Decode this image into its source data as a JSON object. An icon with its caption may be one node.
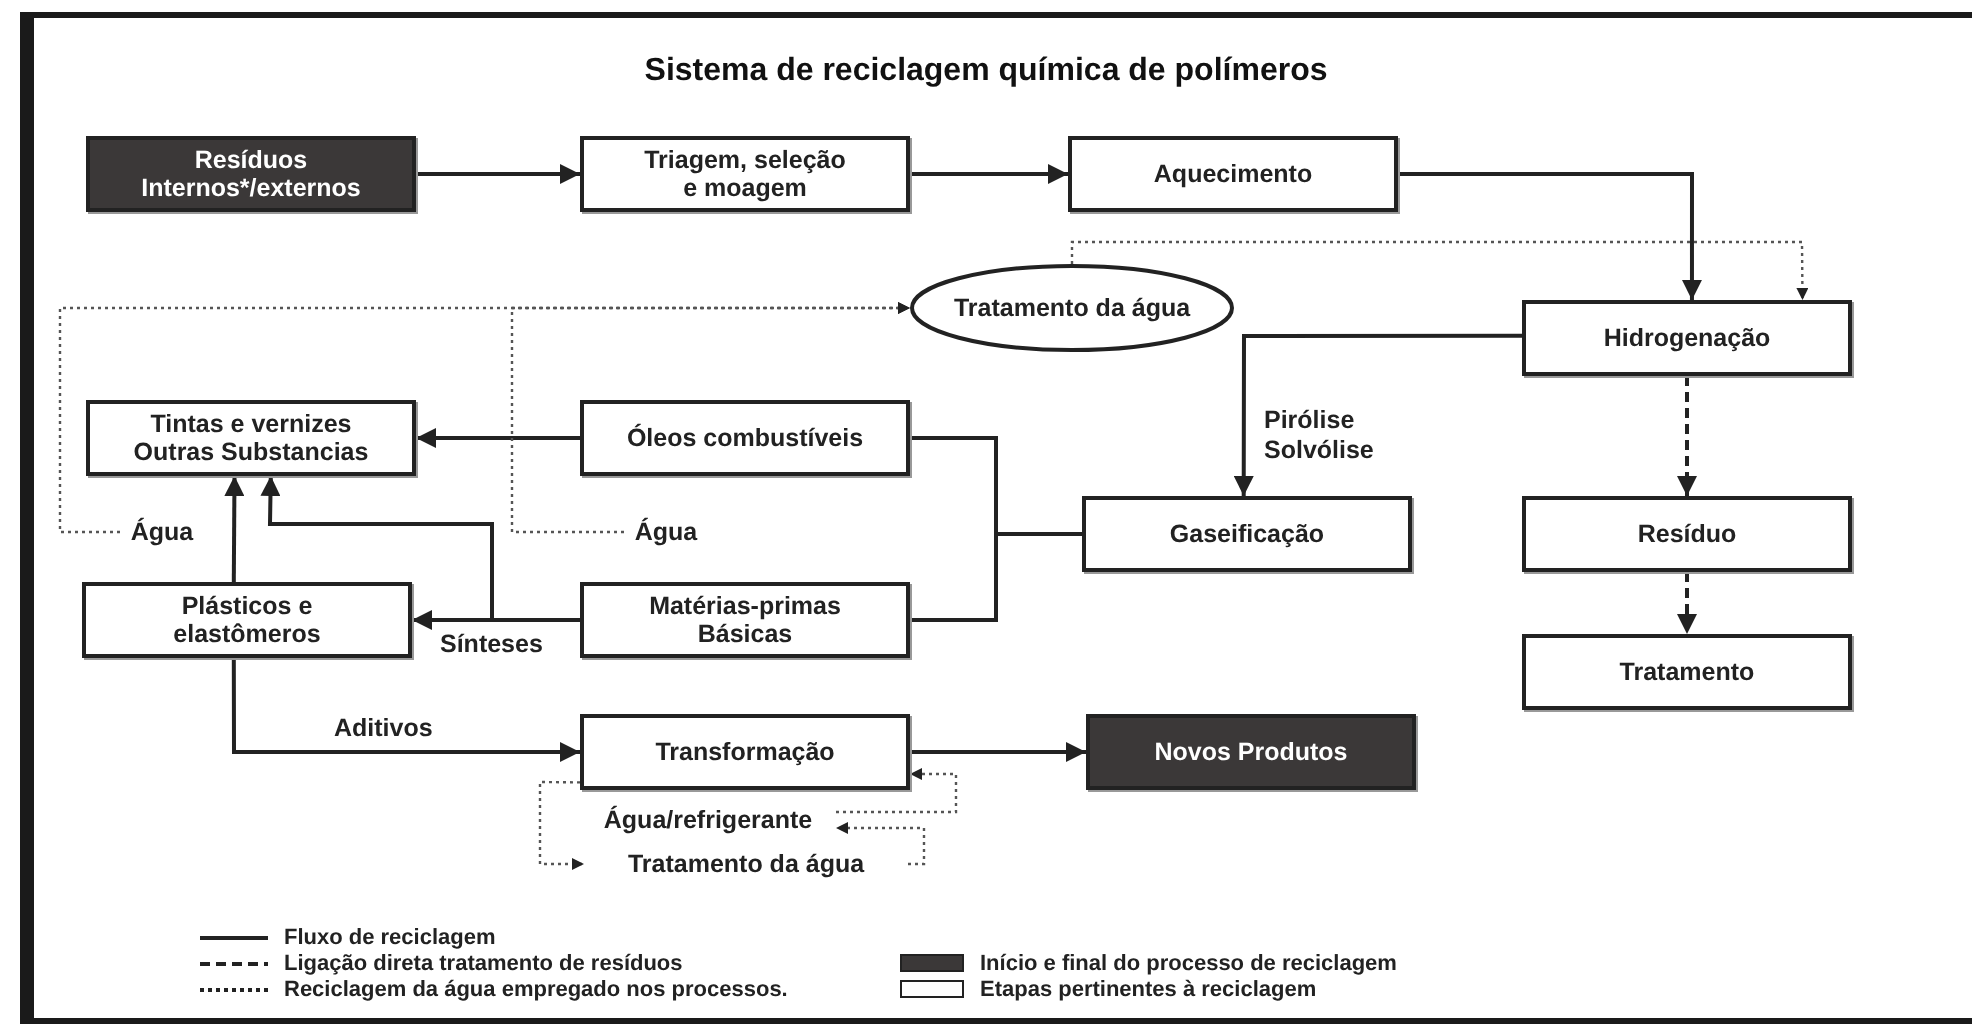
{
  "diagram": {
    "title": "Sistema de reciclagem química de polímeros",
    "nodes": [
      {
        "text": [
          "Resíduos Internos*/externos"
        ]
      },
      {
        "text": [
          "Triagem, seleção e moagem"
        ]
      },
      {
        "text": [
          "Aquecimento"
        ]
      },
      {
        "text": [
          "Tratamento da água"
        ]
      },
      {
        "text": [
          "Tintas e vernizes Outras Substancias"
        ]
      },
      {
        "text": [
          "Óleos combustíveis"
        ]
      },
      {
        "text": [
          "Hidrogenação"
        ]
      },
      {
        "text": [
          "Gaseificação"
        ]
      },
      {
        "text": [
          "Resíduo"
        ]
      },
      {
        "text": [
          "Plásticos e elastômeros"
        ]
      },
      {
        "text": [
          "Matérias-primas Básicas"
        ]
      },
      {
        "text": [
          "Tratamento"
        ]
      },
      {
        "text": [
          "Transformação"
        ]
      },
      {
        "text": [
          "Novos Produtos"
        ]
      },
      {
        "text": [
          "Água/refrigerante"
        ]
      },
      {
        "text": [
          "Tratamento da água"
        ]
      },
      {
        "text": [
          "Água"
        ]
      },
      {
        "text": [
          "Água"
        ]
      }
    ],
    "edges": [
      {
        "from": 0,
        "to": 1,
        "arrow": "to"
      },
      {
        "from": 1,
        "to": 2,
        "arrow": "to"
      },
      {
        "from": 2,
        "to": 6,
        "arrow": "to"
      },
      {
        "from": 6,
        "to": 7,
        "arrow": "to",
        "label": "Pirólise Solvólise"
      },
      {
        "from": 7,
        "to": 5,
        "arrow": "none"
      },
      {
        "from": 7,
        "to": 10,
        "arrow": "none"
      },
      {
        "from": 5,
        "to": 4,
        "arrow": "to"
      },
      {
        "from": 10,
        "to": 9,
        "arrow": "to",
        "label": "Sínteses"
      },
      {
        "from": 10,
        "to": 4,
        "arrow": "to"
      },
      {
        "from": 9,
        "to": 4,
        "arrow": "to"
      },
      {
        "from": 9,
        "to": 12,
        "arrow": "to",
        "label": "Aditivos"
      },
      {
        "from": 12,
        "to": 13,
        "arrow": "to"
      },
      {
        "from": 6,
        "to": 8,
        "arrow": "to",
        "style": "dashed"
      },
      {
        "from": 8,
        "to": 11,
        "arrow": "to",
        "style": "dashed"
      },
      {
        "from": 16,
        "to": 3,
        "arrow": "to",
        "style": "dashed",
        "color": "#555555"
      },
      {
        "from": 17,
        "to": 3,
        "arrow": "to",
        "style": "dashed",
        "color": "#555555"
      },
      {
        "from": 3,
        "to": 6,
        "arrow": "to",
        "style": "dashed",
        "color": "#555555"
      },
      {
        "from": 12,
        "to": 15,
        "arrow": "to",
        "style": "dashed",
        "color": "#555555"
      },
      {
        "from": 15,
        "to": 14,
        "arrow": "to",
        "style": "dashed",
        "color": "#555555"
      },
      {
        "from": 14,
        "to": 12,
        "arrow": "to",
        "style": "dashed",
        "color": "#555555"
      }
    ],
    "legend": [
      {
        "text": "Fluxo de reciclagem"
      },
      {
        "text": "Ligação direta tratamento de resíduos"
      },
      {
        "text": "Reciclagem da água empregado nos processos."
      },
      {
        "text": "Início e final do processo de reciclagem",
        "color": "#3b3838"
      },
      {
        "text": "Etapas pertinentes à reciclagem",
        "color": "#ffffff"
      }
    ]
  }
}
